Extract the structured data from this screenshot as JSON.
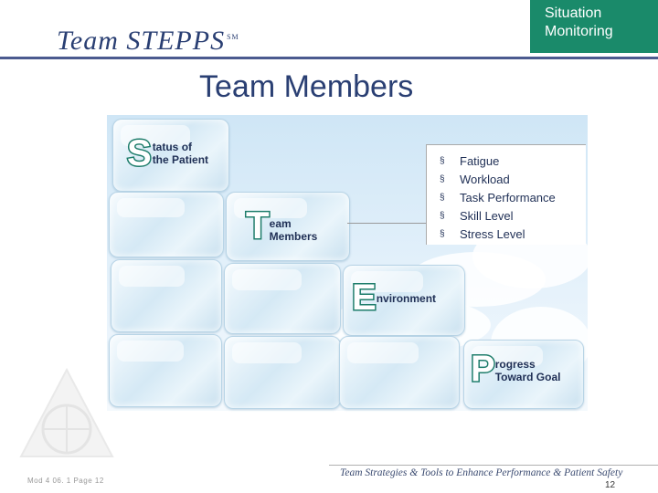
{
  "header": {
    "logo_text": "Team STEPPS",
    "logo_mark": "SM",
    "section_line1": "Situation",
    "section_line2": "Monitoring",
    "section_color": "#1a8a6a"
  },
  "slide": {
    "title": "Team Members"
  },
  "graphic": {
    "status": {
      "letter": "S",
      "line1": "tatus of",
      "line2": "the Patient"
    },
    "team": {
      "letter": "T",
      "line1": "eam",
      "line2": "Members"
    },
    "environment": {
      "letter": "E",
      "line1": "nvironment"
    },
    "progress": {
      "letter": "P",
      "line1": "rogress",
      "line2": "Toward Goal"
    },
    "letter_color": "#1e7d6b"
  },
  "bullets": [
    "Fatigue",
    "Workload",
    "Task Performance",
    "Skill Level",
    "Stress Level"
  ],
  "footer": {
    "module_ref": "Mod 4 06. 1   Page 12",
    "tagline": "Team Strategies & Tools to Enhance Performance & Patient Safety",
    "page_number": "12"
  }
}
